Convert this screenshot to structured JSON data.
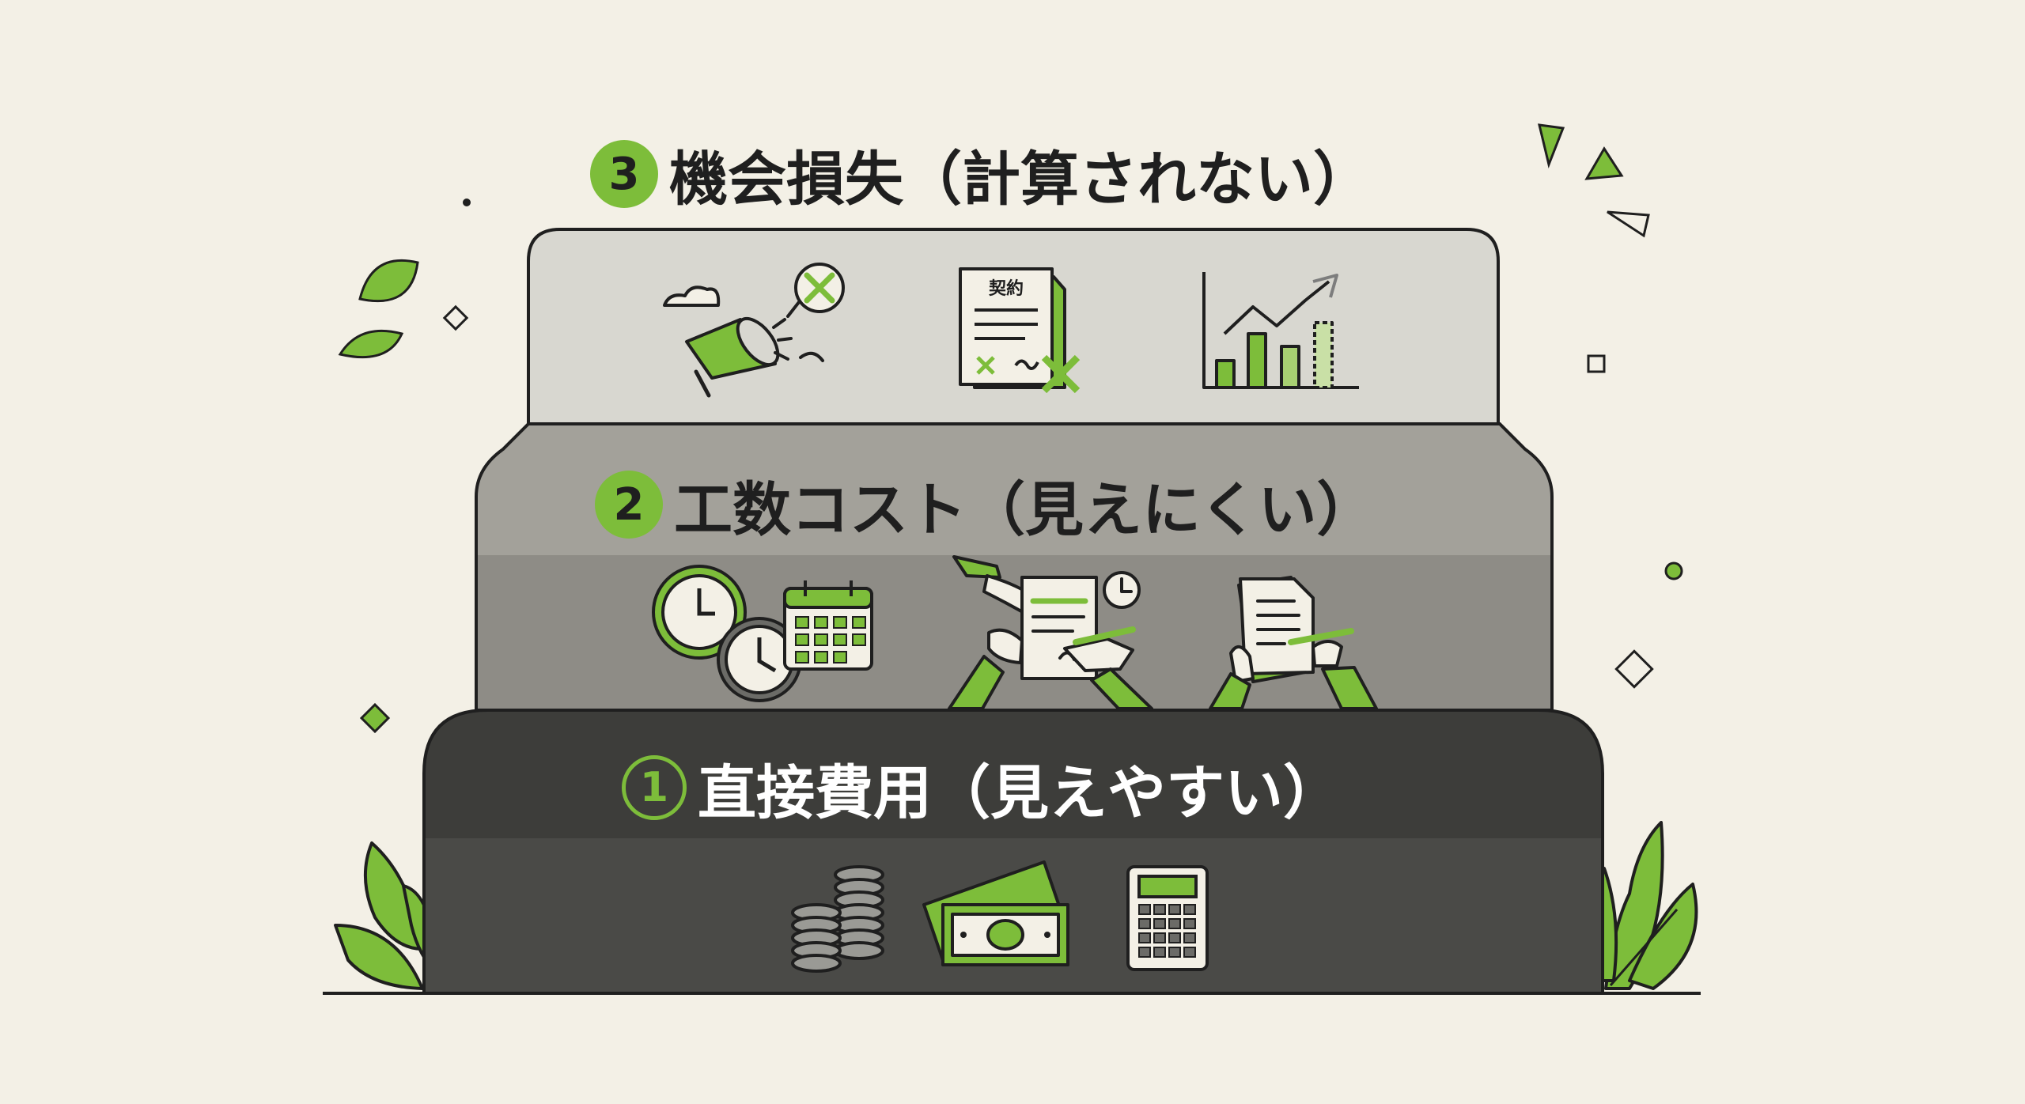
{
  "tiers": {
    "top": {
      "number": "3",
      "label": "機会損失（計算されない）"
    },
    "middle": {
      "number": "2",
      "label": "工数コスト（見えにくい）"
    },
    "bottom": {
      "number": "1",
      "label": "直接費用（見えやすい）"
    }
  },
  "icons": {
    "top": [
      "megaphone-icon",
      "cancelled-contract-icon",
      "growth-chart-icon"
    ],
    "middle": [
      "clocks-icon",
      "calendar-icon",
      "document-review-icon",
      "signing-document-icon"
    ],
    "bottom": [
      "coin-stacks-icon",
      "banknotes-icon",
      "calculator-icon"
    ]
  },
  "contract_doc": {
    "title": "契約"
  },
  "colors": {
    "background": "#f3f0e6",
    "accent": "#7dbd3a",
    "tier_top": "#d8d7d0",
    "tier_middle": "#a3a19a",
    "tier_bottom": "#3d3d3a",
    "outline": "#1f1f1f"
  }
}
